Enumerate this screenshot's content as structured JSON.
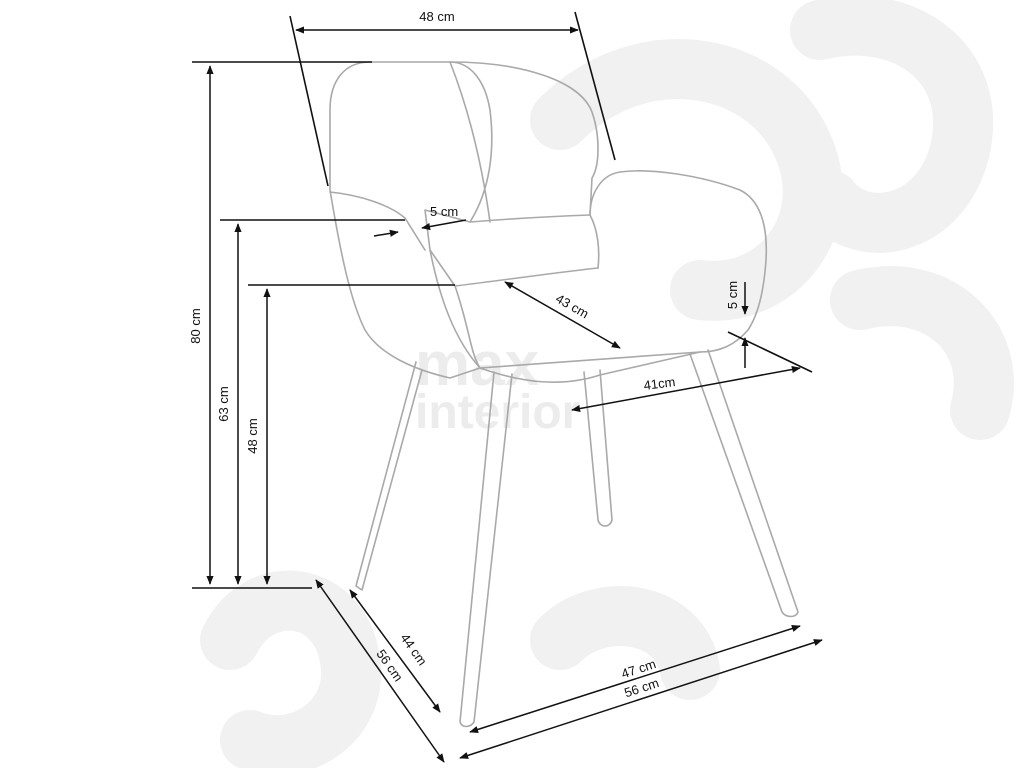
{
  "colors": {
    "background": "#ffffff",
    "outline": "#a9a9a9",
    "dimension": "#111111",
    "watermark": "#f0f0f0"
  },
  "watermark": {
    "line1": "max",
    "line2": "interior"
  },
  "dimensions": {
    "top_width": "48 cm",
    "total_height": "80 cm",
    "armrest_height": "63 cm",
    "seat_height": "48 cm",
    "armrest_width": "5 cm",
    "seat_depth": "43 cm",
    "armrest_thickness": "5 cm",
    "seat_width": "41cm",
    "leg_depth_inner": "44 cm",
    "overall_depth": "56 cm",
    "leg_width_inner": "47 cm",
    "overall_width": "56 cm"
  }
}
